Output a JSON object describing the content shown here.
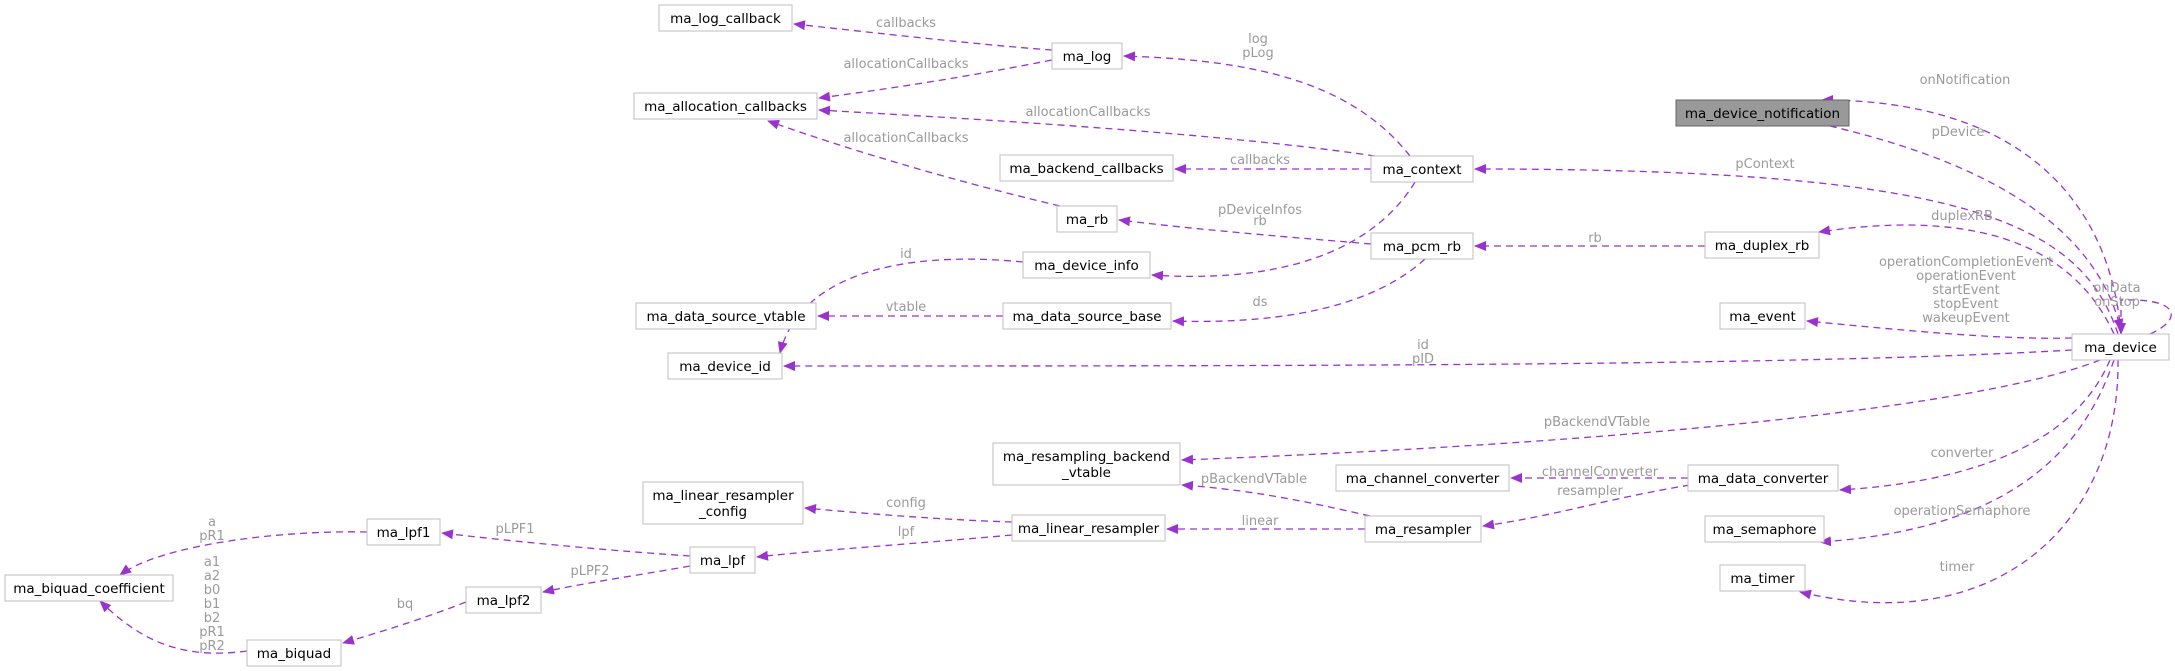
{
  "colors": {
    "edge": "#9a32cd",
    "edge_label": "#9a9a9a",
    "node_border": "#bfbfbf",
    "focus_fill": "#999999"
  },
  "nodes": {
    "ma_device": [
      "ma_device"
    ],
    "ma_device_notification": [
      "ma_device_notification"
    ],
    "ma_context": [
      "ma_context"
    ],
    "ma_log": [
      "ma_log"
    ],
    "ma_log_callback": [
      "ma_log_callback"
    ],
    "ma_allocation_callbacks": [
      "ma_allocation_callbacks"
    ],
    "ma_backend_callbacks": [
      "ma_backend_callbacks"
    ],
    "ma_rb": [
      "ma_rb"
    ],
    "ma_device_info": [
      "ma_device_info"
    ],
    "ma_pcm_rb": [
      "ma_pcm_rb"
    ],
    "ma_duplex_rb": [
      "ma_duplex_rb"
    ],
    "ma_data_source_vtable": [
      "ma_data_source_vtable"
    ],
    "ma_data_source_base": [
      "ma_data_source_base"
    ],
    "ma_device_id": [
      "ma_device_id"
    ],
    "ma_event": [
      "ma_event"
    ],
    "ma_resampling_backend_vtable": [
      "ma_resampling_backend",
      "_vtable"
    ],
    "ma_channel_converter": [
      "ma_channel_converter"
    ],
    "ma_data_converter": [
      "ma_data_converter"
    ],
    "ma_linear_resampler_config": [
      "ma_linear_resampler",
      "_config"
    ],
    "ma_linear_resampler": [
      "ma_linear_resampler"
    ],
    "ma_resampler": [
      "ma_resampler"
    ],
    "ma_lpf1": [
      "ma_lpf1"
    ],
    "ma_lpf": [
      "ma_lpf"
    ],
    "ma_lpf2": [
      "ma_lpf2"
    ],
    "ma_biquad_coefficient": [
      "ma_biquad_coefficient"
    ],
    "ma_biquad": [
      "ma_biquad"
    ],
    "ma_semaphore": [
      "ma_semaphore"
    ],
    "ma_timer": [
      "ma_timer"
    ]
  },
  "edges": [
    {
      "from": "ma_device_notification",
      "to": "ma_device",
      "label": [
        "pDevice"
      ]
    },
    {
      "from": "ma_device",
      "to": "ma_device_notification",
      "label": [
        "onNotification"
      ]
    },
    {
      "from": "ma_device",
      "to": "ma_context",
      "label": [
        "pContext"
      ]
    },
    {
      "from": "ma_device",
      "to": "ma_duplex_rb",
      "label": [
        "duplexRB"
      ]
    },
    {
      "from": "ma_device",
      "to": "ma_device",
      "label": [
        "onData",
        "onStop"
      ]
    },
    {
      "from": "ma_device",
      "to": "ma_event",
      "label": [
        "operationCompletionEvent",
        "operationEvent",
        "startEvent",
        "stopEvent",
        "wakeupEvent"
      ]
    },
    {
      "from": "ma_device",
      "to": "ma_device_id",
      "label": [
        "id",
        "pID"
      ]
    },
    {
      "from": "ma_device",
      "to": "ma_resampling_backend_vtable",
      "label": [
        "pBackendVTable"
      ]
    },
    {
      "from": "ma_device",
      "to": "ma_data_converter",
      "label": [
        "converter"
      ]
    },
    {
      "from": "ma_device",
      "to": "ma_semaphore",
      "label": [
        "operationSemaphore"
      ]
    },
    {
      "from": "ma_device",
      "to": "ma_timer",
      "label": [
        "timer"
      ]
    },
    {
      "from": "ma_context",
      "to": "ma_log",
      "label": [
        "log",
        "pLog"
      ]
    },
    {
      "from": "ma_context",
      "to": "ma_allocation_callbacks",
      "label": [
        "allocationCallbacks"
      ]
    },
    {
      "from": "ma_context",
      "to": "ma_backend_callbacks",
      "label": [
        "callbacks"
      ]
    },
    {
      "from": "ma_context",
      "to": "ma_device_info",
      "label": [
        "pDeviceInfos"
      ]
    },
    {
      "from": "ma_log",
      "to": "ma_log_callback",
      "label": [
        "callbacks"
      ]
    },
    {
      "from": "ma_log",
      "to": "ma_allocation_callbacks",
      "label": [
        "allocationCallbacks"
      ]
    },
    {
      "from": "ma_rb",
      "to": "ma_allocation_callbacks",
      "label": [
        "allocationCallbacks"
      ]
    },
    {
      "from": "ma_pcm_rb",
      "to": "ma_rb",
      "label": [
        "rb"
      ]
    },
    {
      "from": "ma_pcm_rb",
      "to": "ma_data_source_base",
      "label": [
        "ds"
      ]
    },
    {
      "from": "ma_duplex_rb",
      "to": "ma_pcm_rb",
      "label": [
        "rb"
      ]
    },
    {
      "from": "ma_device_info",
      "to": "ma_device_id",
      "label": [
        "id"
      ]
    },
    {
      "from": "ma_data_source_base",
      "to": "ma_data_source_vtable",
      "label": [
        "vtable"
      ]
    },
    {
      "from": "ma_data_converter",
      "to": "ma_channel_converter",
      "label": [
        "channelConverter"
      ]
    },
    {
      "from": "ma_data_converter",
      "to": "ma_resampler",
      "label": [
        "resampler"
      ]
    },
    {
      "from": "ma_resampler",
      "to": "ma_resampling_backend_vtable",
      "label": [
        "pBackendVTable"
      ]
    },
    {
      "from": "ma_resampler",
      "to": "ma_linear_resampler",
      "label": [
        "linear"
      ]
    },
    {
      "from": "ma_linear_resampler",
      "to": "ma_linear_resampler_config",
      "label": [
        "config"
      ]
    },
    {
      "from": "ma_linear_resampler",
      "to": "ma_lpf",
      "label": [
        "lpf"
      ]
    },
    {
      "from": "ma_lpf",
      "to": "ma_lpf1",
      "label": [
        "pLPF1"
      ]
    },
    {
      "from": "ma_lpf",
      "to": "ma_lpf2",
      "label": [
        "pLPF2"
      ]
    },
    {
      "from": "ma_lpf1",
      "to": "ma_biquad_coefficient",
      "label": [
        "a",
        "pR1"
      ]
    },
    {
      "from": "ma_lpf2",
      "to": "ma_biquad",
      "label": [
        "bq"
      ]
    },
    {
      "from": "ma_biquad",
      "to": "ma_biquad_coefficient",
      "label": [
        "a1",
        "a2",
        "b0",
        "b1",
        "b2",
        "pR1",
        "pR2"
      ]
    }
  ]
}
